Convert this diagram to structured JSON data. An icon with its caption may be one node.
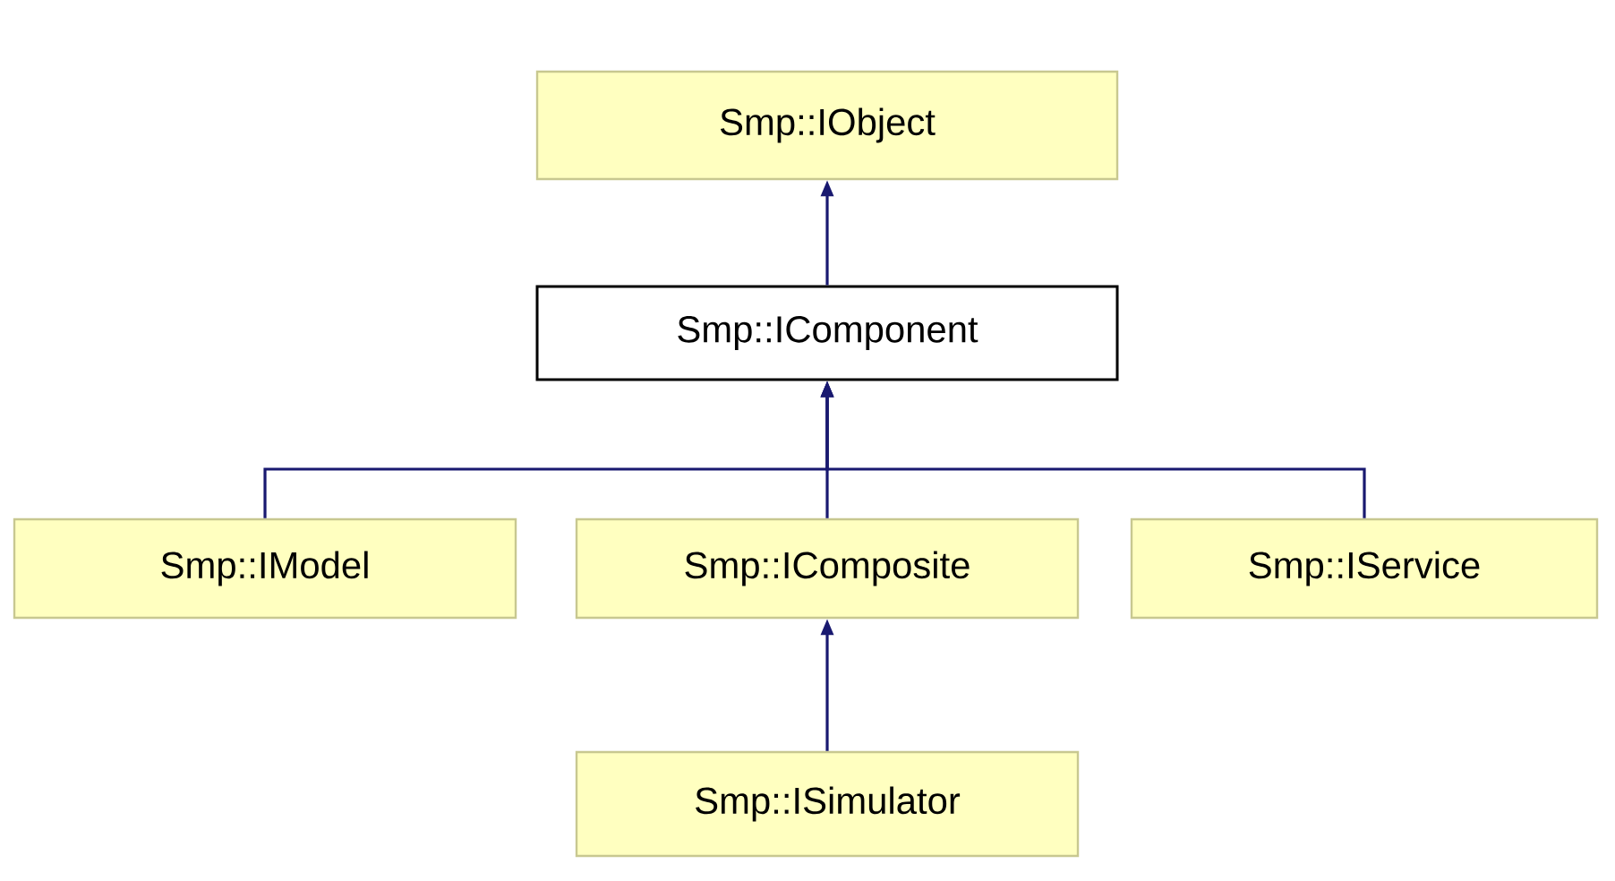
{
  "diagram": {
    "nodes": [
      {
        "text": [
          "Smp::IObject"
        ]
      },
      {
        "text": [
          "Smp::IComponent"
        ]
      },
      {
        "text": [
          "Smp::IModel"
        ]
      },
      {
        "text": [
          "Smp::IComposite"
        ]
      },
      {
        "text": [
          "Smp::IService"
        ]
      },
      {
        "text": [
          "Smp::ISimulator"
        ]
      }
    ],
    "edges": [
      {
        "from": 1,
        "to": 0,
        "arrow": "to"
      },
      {
        "from": 2,
        "to": 1,
        "arrow": "to"
      },
      {
        "from": 3,
        "to": 1,
        "arrow": "to"
      },
      {
        "from": 4,
        "to": 1,
        "arrow": "to"
      },
      {
        "from": 5,
        "to": 3,
        "arrow": "to"
      }
    ]
  }
}
